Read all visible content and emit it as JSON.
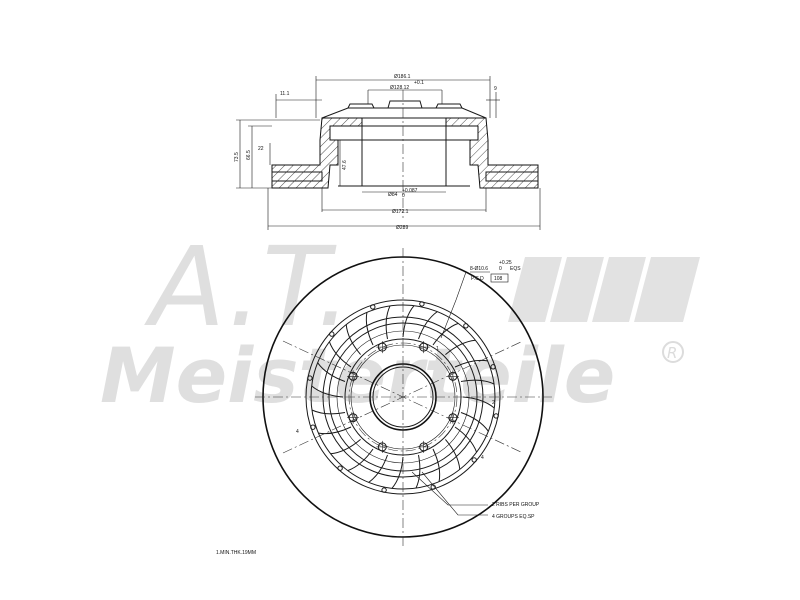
{
  "watermark": {
    "initials": "A.T.",
    "brand": "Meisterteile",
    "registered": "R"
  },
  "dimensions": {
    "outer_diameter": "Ø186.1",
    "hat_diameter": "Ø128.12",
    "hat_diameter_tol": "+0.1",
    "hat_offset_left": "11.1",
    "hat_offset_right": "9",
    "overall_height": "73.5",
    "disc_height": "66.5",
    "step_height": "22",
    "hat_depth": "47.6",
    "bore_diameter": "Ø84",
    "bore_tol": "+0.087",
    "bore_tol_low": "0",
    "inner_diameter": "Ø172.1",
    "disc_diameter": "Ø289"
  },
  "bolt_spec": {
    "holes": "8-Ø10.6",
    "holes_tol": "+0.25",
    "holes_tol_low": "0",
    "eqs": "EQS",
    "pcd_label": "P.C.D",
    "pcd_value": "108"
  },
  "rib_labels": {
    "r1": "1",
    "r2": "2",
    "r3": "3",
    "r4": "4"
  },
  "notes": {
    "ribs": "2 RIBS PER GROUP",
    "groups": "4 GROUPS EQ.SP",
    "min_thickness": "1.MIN.THK.19MM"
  }
}
